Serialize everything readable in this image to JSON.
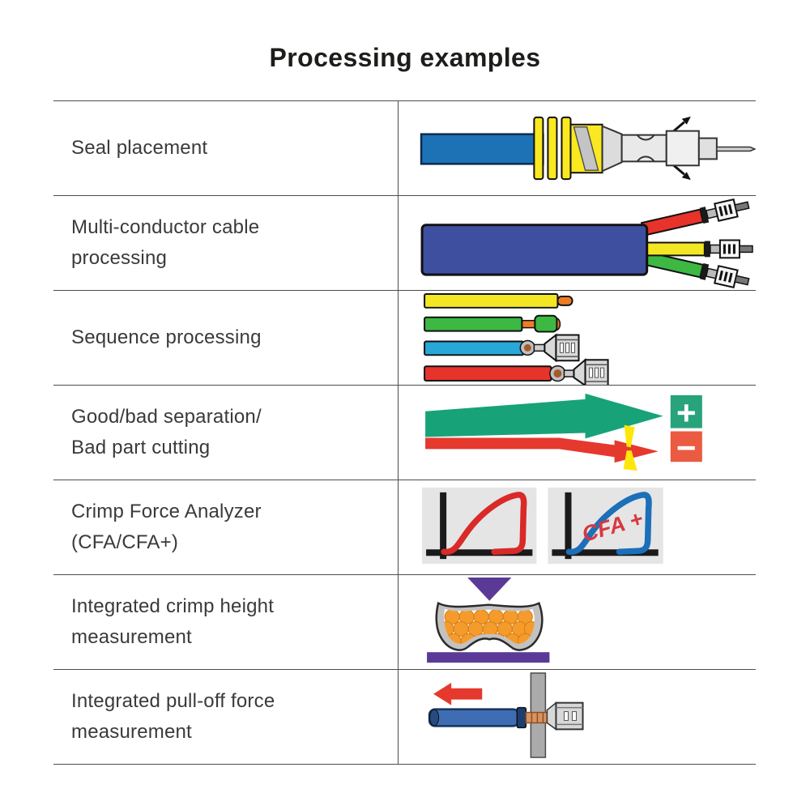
{
  "title": "Processing examples",
  "rows": [
    {
      "lines": [
        "Seal placement"
      ]
    },
    {
      "lines": [
        "Multi-conductor cable",
        "processing"
      ]
    },
    {
      "lines": [
        "Sequence processing"
      ]
    },
    {
      "lines": [
        "Good/bad separation/",
        "Bad part cutting"
      ]
    },
    {
      "lines": [
        "Crimp Force Analyzer",
        "(CFA/CFA+)"
      ]
    },
    {
      "lines": [
        "Integrated crimp height",
        "measurement"
      ]
    },
    {
      "lines": [
        "Integrated pull-off force",
        "measurement"
      ]
    }
  ],
  "separation": {
    "good_symbol": "+",
    "bad_symbol": "−"
  },
  "cfa": {
    "label": "CFA +"
  },
  "colors": {
    "wire_blue": "#1d72b6",
    "seal_yellow": "#fae820",
    "cable_indigo": "#3e4f9f",
    "conductor_red": "#e8332a",
    "conductor_yellow": "#f2e722",
    "conductor_green": "#3cb843",
    "wire_cyan": "#27a8d8",
    "strip_orange": "#ed7c25",
    "arrow_green": "#17a377",
    "good_square_green": "#28a37c",
    "arrow_red": "#e5392e",
    "bad_square_red": "#ea5b41",
    "cut_yellow": "#ffe60a",
    "curve_red": "#d92a28",
    "curve_blue": "#1c6fb8",
    "cfa_text_red": "#d8383f",
    "purple": "#5b3a97",
    "strand_orange": "#f49b2c",
    "pull_wire_blue": "#3e6db3"
  }
}
